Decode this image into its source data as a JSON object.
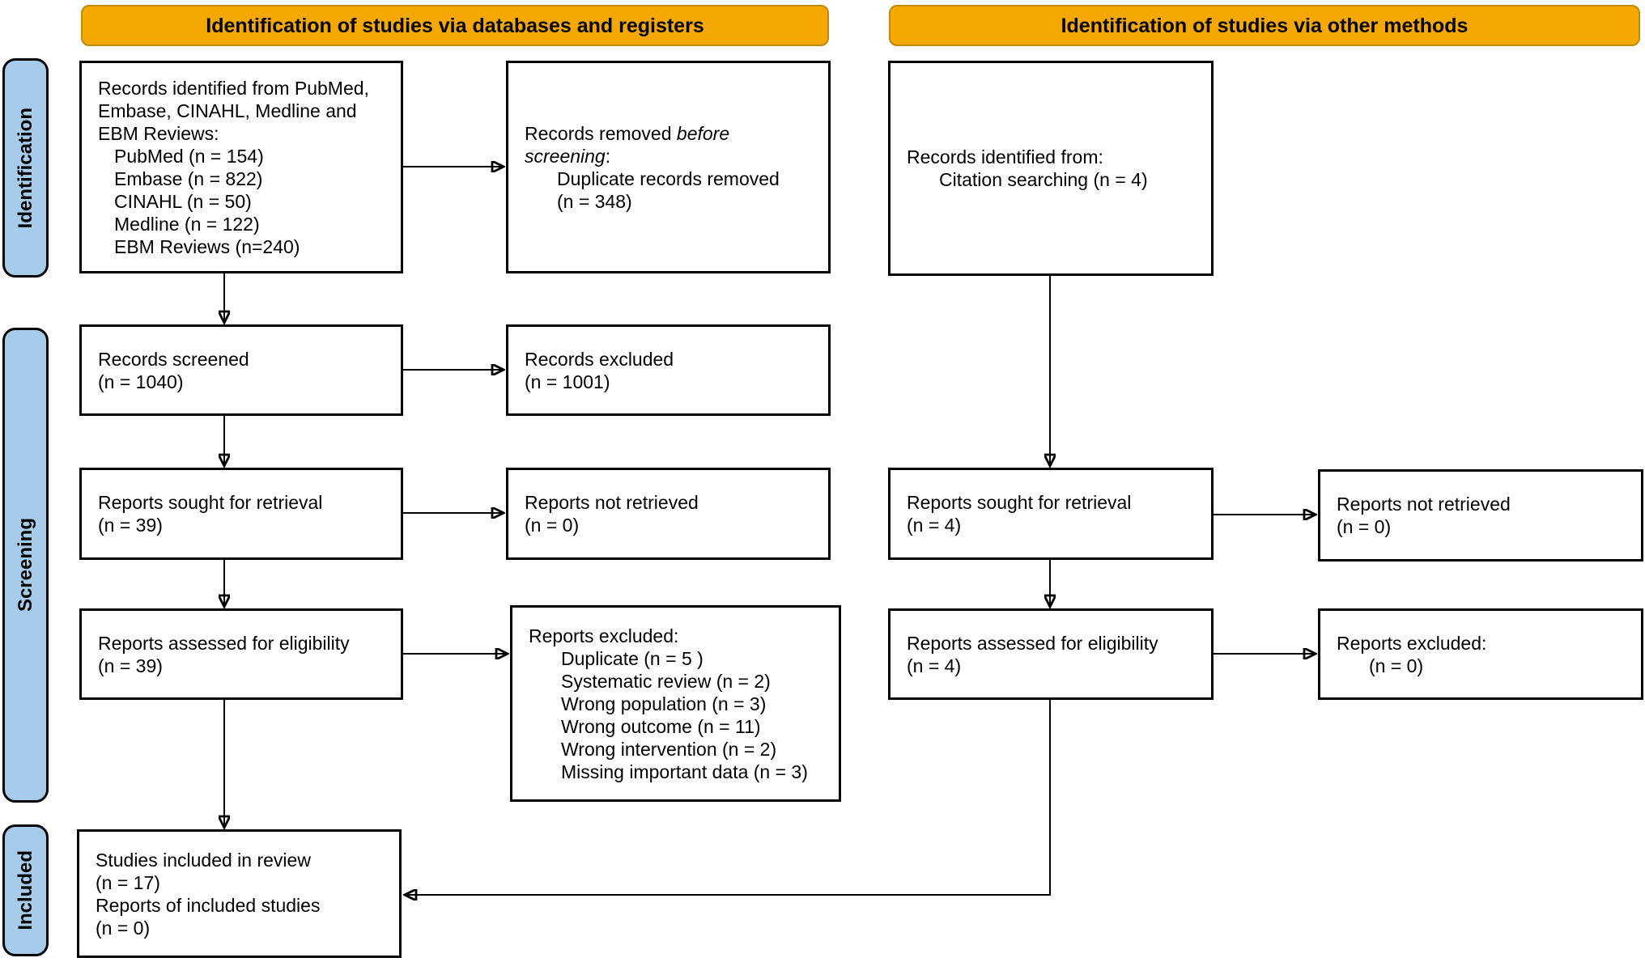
{
  "banners": {
    "left": "Identification of studies via databases and registers",
    "right": "Identification of studies via other methods"
  },
  "sidebar": {
    "identification": "Identification",
    "screening": "Screening",
    "included": "Included"
  },
  "colors": {
    "banner_fill": "#F5A802",
    "banner_border": "#BE8A0A",
    "sidebar_fill": "#A7CBEA",
    "box_border": "#000000"
  },
  "boxes": {
    "records_identified_db": {
      "lines": [
        {
          "indent": 0,
          "text": "Records identified from PubMed,"
        },
        {
          "indent": 0,
          "text": "Embase, CINAHL, Medline and"
        },
        {
          "indent": 0,
          "text": "EBM Reviews:"
        },
        {
          "indent": 1,
          "text": "PubMed (n = 154)"
        },
        {
          "indent": 1,
          "text": "Embase (n = 822)"
        },
        {
          "indent": 1,
          "text": "CINAHL (n = 50)"
        },
        {
          "indent": 1,
          "text": "Medline (n = 122)"
        },
        {
          "indent": 1,
          "text": "EBM Reviews (n=240)"
        }
      ]
    },
    "records_removed": {
      "lines": [
        {
          "indent": 0,
          "text": "Records removed *before*"
        },
        {
          "indent": 0,
          "text": "*screening*:"
        },
        {
          "indent": 2,
          "text": "Duplicate records removed"
        },
        {
          "indent": 2,
          "text": "(n = 348)"
        }
      ]
    },
    "records_identified_other": {
      "lines": [
        {
          "indent": 0,
          "text": "Records identified from:"
        },
        {
          "indent": 2,
          "text": "Citation searching (n = 4)"
        }
      ]
    },
    "records_screened": {
      "lines": [
        {
          "indent": 0,
          "text": "Records screened"
        },
        {
          "indent": 0,
          "text": "(n = 1040)"
        }
      ]
    },
    "records_excluded": {
      "lines": [
        {
          "indent": 0,
          "text": "Records excluded"
        },
        {
          "indent": 0,
          "text": "(n = 1001)"
        }
      ]
    },
    "reports_sought_db": {
      "lines": [
        {
          "indent": 0,
          "text": "Reports sought for retrieval"
        },
        {
          "indent": 0,
          "text": "(n = 39)"
        }
      ]
    },
    "reports_not_retrieved_db": {
      "lines": [
        {
          "indent": 0,
          "text": "Reports not retrieved"
        },
        {
          "indent": 0,
          "text": "(n = 0)"
        }
      ]
    },
    "reports_assessed_db": {
      "lines": [
        {
          "indent": 0,
          "text": "Reports assessed for eligibility"
        },
        {
          "indent": 0,
          "text": "(n = 39)"
        }
      ]
    },
    "reports_excluded_list": {
      "lines": [
        {
          "indent": 0,
          "text": "Reports excluded:"
        },
        {
          "indent": 2,
          "text": "Duplicate (n = 5 )"
        },
        {
          "indent": 2,
          "text": "Systematic review (n = 2)"
        },
        {
          "indent": 2,
          "text": "Wrong population (n = 3)"
        },
        {
          "indent": 2,
          "text": "Wrong outcome (n = 11)"
        },
        {
          "indent": 2,
          "text": "Wrong intervention (n = 2)"
        },
        {
          "indent": 2,
          "text": "Missing important data (n = 3)"
        }
      ]
    },
    "reports_sought_other": {
      "lines": [
        {
          "indent": 0,
          "text": "Reports sought for retrieval"
        },
        {
          "indent": 0,
          "text": "(n = 4)"
        }
      ]
    },
    "reports_not_retrieved_other": {
      "lines": [
        {
          "indent": 0,
          "text": "Reports not retrieved"
        },
        {
          "indent": 0,
          "text": "(n = 0)"
        }
      ]
    },
    "reports_assessed_other": {
      "lines": [
        {
          "indent": 0,
          "text": "Reports assessed for eligibility"
        },
        {
          "indent": 0,
          "text": "(n = 4)"
        }
      ]
    },
    "reports_excluded_other": {
      "lines": [
        {
          "indent": 0,
          "text": "Reports excluded:"
        },
        {
          "indent": 2,
          "text": "(n = 0)"
        }
      ]
    },
    "included": {
      "lines": [
        {
          "indent": 0,
          "text": "Studies included in review"
        },
        {
          "indent": 0,
          "text": "(n = 17)"
        },
        {
          "indent": 0,
          "text": "Reports of included studies"
        },
        {
          "indent": 0,
          "text": "(n = 0)"
        }
      ]
    }
  }
}
